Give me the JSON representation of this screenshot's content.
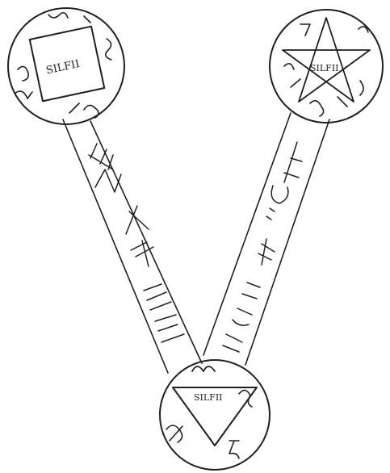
{
  "colors": {
    "ink": "#1f1f1f",
    "paper": "#ffffff"
  },
  "seals": {
    "left": {
      "inscription": "SILFII"
    },
    "right": {
      "inscription": "SILFII"
    },
    "bottom": {
      "inscription": "SILFII"
    }
  },
  "glyph_names": [
    "pentagram",
    "square",
    "triangle",
    "sigil",
    "character-glyph"
  ]
}
